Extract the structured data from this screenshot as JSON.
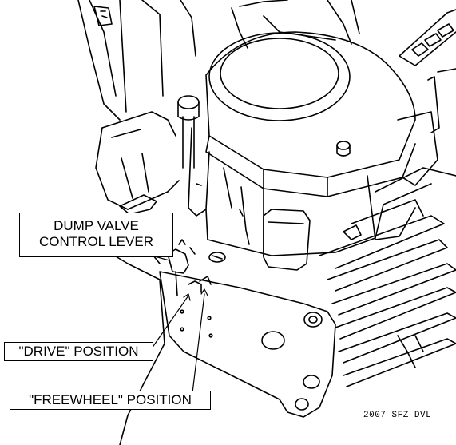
{
  "callouts": {
    "dump_valve_line1": "DUMP VALVE",
    "dump_valve_line2": "CONTROL LEVER",
    "drive_position": "\"DRIVE\" POSITION",
    "freewheel_position": "\"FREEWHEEL\" POSITION"
  },
  "drawing_code": "2007 SFZ DVL",
  "colors": {
    "ink": "#000000",
    "paper": "#ffffff"
  }
}
